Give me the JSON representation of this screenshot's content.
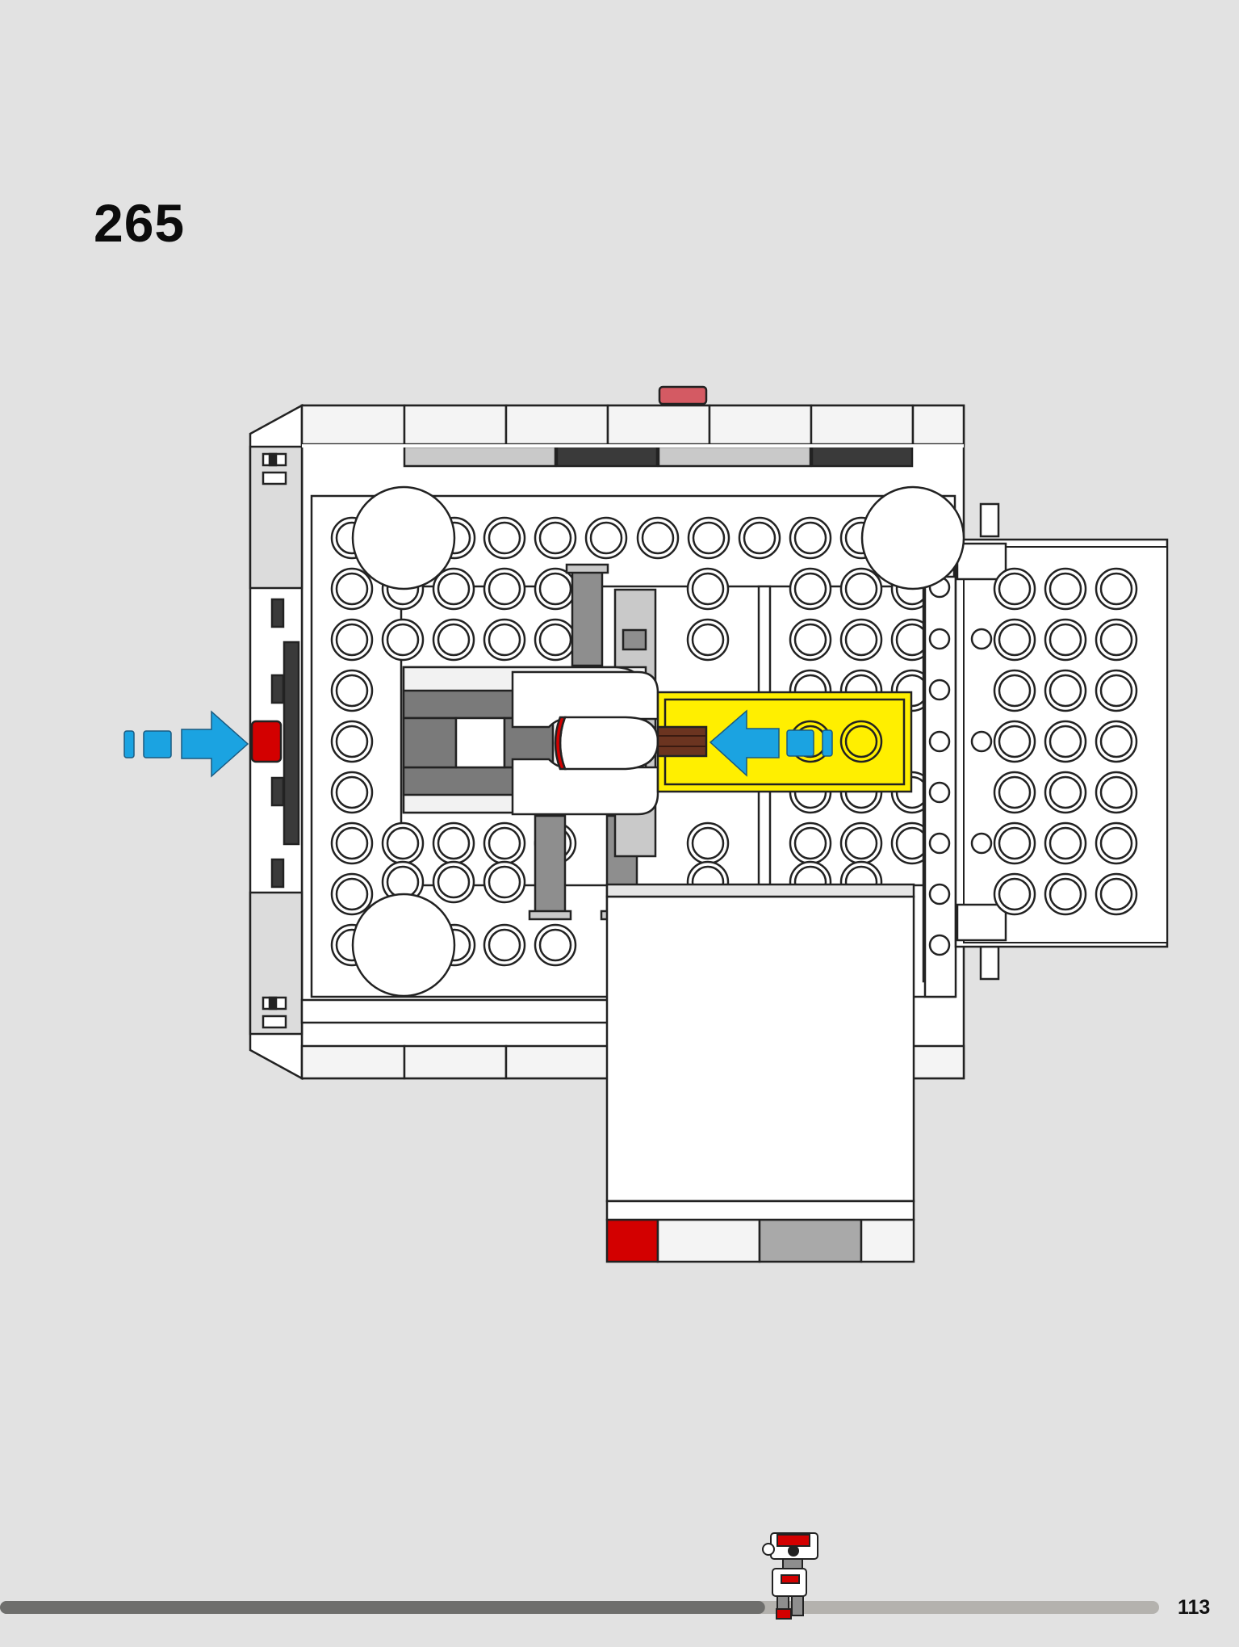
{
  "page": {
    "step_number": "265",
    "page_number": "113",
    "progress_fraction": 0.66
  },
  "colors": {
    "background": "#e2e2e2",
    "brick_white": "#ffffff",
    "brick_outline": "#222222",
    "light_gray": "#c9c9c9",
    "dark_gray": "#5a5a5a",
    "mid_gray": "#8e8e8e",
    "yellow": "#ffef00",
    "red": "#d30000",
    "brown": "#6b3420",
    "arrow_blue": "#1ba3e1",
    "progress_done": "#6e6e6c",
    "progress_remaining": "#b4b2ae"
  },
  "icons": {
    "insert_arrow_left": "blue-arrow-right-icon",
    "insert_arrow_right": "blue-arrow-left-icon",
    "progress_marker": "droid-minifigure-icon"
  }
}
